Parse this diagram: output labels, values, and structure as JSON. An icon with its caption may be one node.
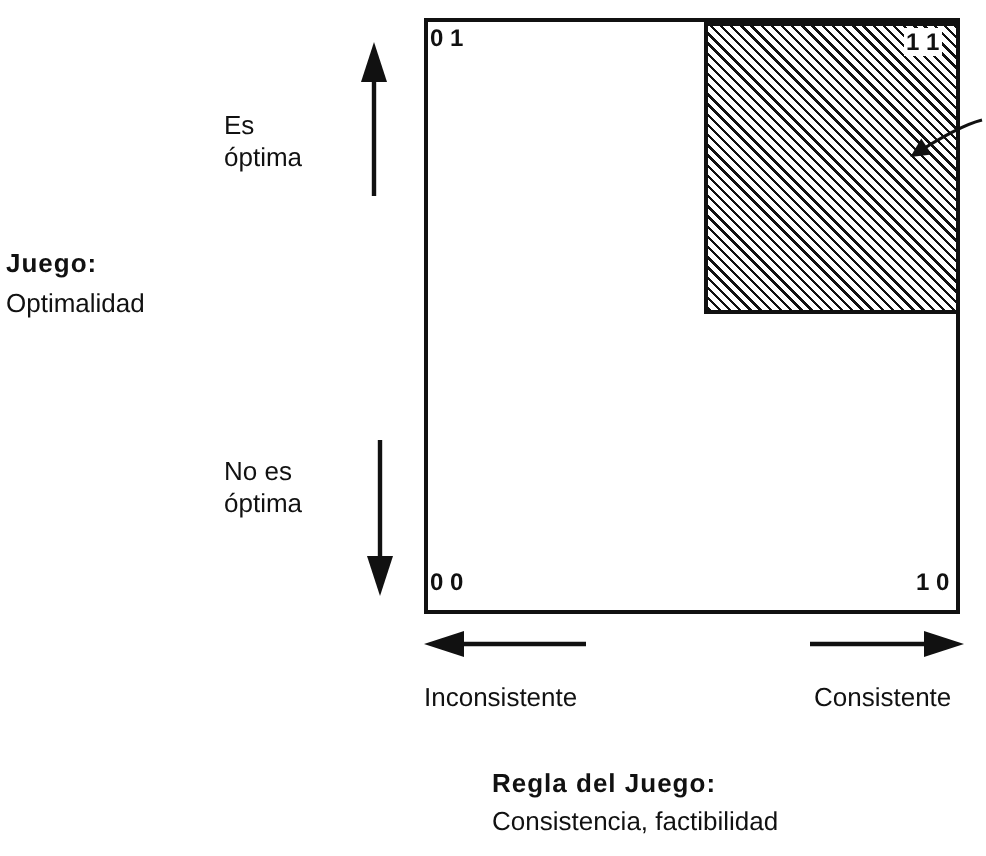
{
  "diagram": {
    "nodes": [
      {
        "text": [],
        "shape": "box"
      },
      {
        "text": [],
        "shape": "box",
        "in": 0
      }
    ],
    "edges": [
      {
        "from": null,
        "to": 1,
        "arrow": "to"
      }
    ],
    "labels": [
      "0 1",
      "1 1",
      "Es óptima",
      "Juego:",
      "Optimalidad",
      "No es óptima",
      "0 0",
      "1 0",
      "Inconsistente",
      "Consistente",
      "Regla del Juego:",
      "Consistencia, factibilidad"
    ]
  }
}
